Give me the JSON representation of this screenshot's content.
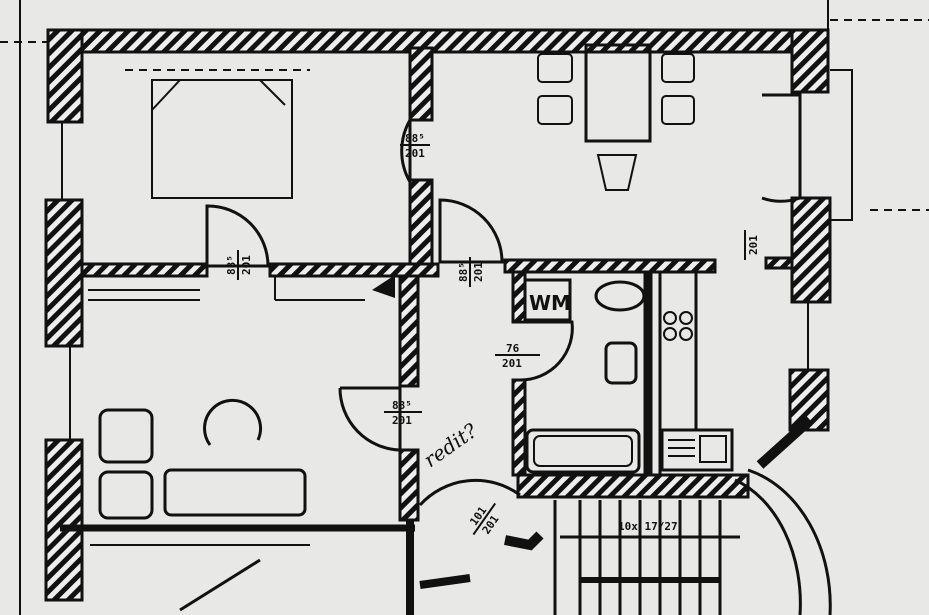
{
  "labels": {
    "door_bedroom": "88⁵",
    "door_bedroom_h": "201",
    "door_room2": "88⁵",
    "door_room2_h": "201",
    "door_hall": "88⁵",
    "door_hall_h": "201",
    "door_living": "88⁵",
    "door_living_h": "201",
    "door_kitchen_h": "201",
    "door_bath": "76",
    "door_bath_h": "201",
    "door_entry": "101",
    "door_entry_h": "201",
    "washing_machine": "WM",
    "stairs": "10x 17/27",
    "handwritten_note": "redit?"
  }
}
